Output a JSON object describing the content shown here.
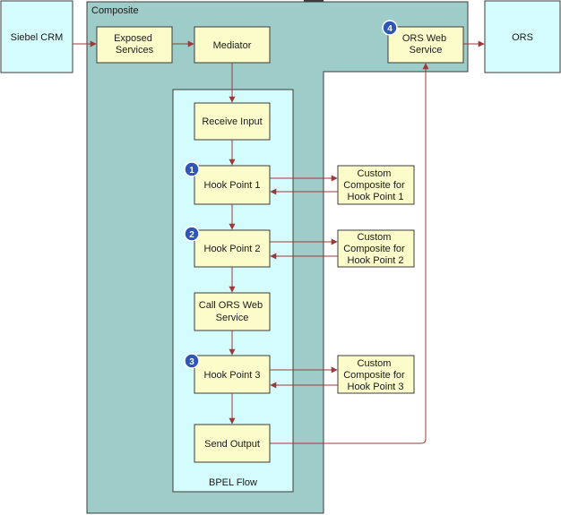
{
  "colors": {
    "composite_fill": "#9ecdc9",
    "external_fill": "#d4fcfc",
    "bpel_fill": "#d4fcfc",
    "step_fill": "#fcfcca",
    "arrow": "#9b3a3a",
    "badge": "#2f56b5"
  },
  "composite": {
    "label": "Composite"
  },
  "external": {
    "siebel": "Siebel CRM",
    "ors": "ORS"
  },
  "nodes": {
    "exposed_services": [
      "Exposed",
      "Services"
    ],
    "mediator": [
      "Mediator"
    ],
    "ors_web_service": [
      "ORS Web",
      "Service"
    ],
    "receive_input": [
      "Receive Input"
    ],
    "hook_point_1": [
      "Hook Point 1"
    ],
    "hook_point_2": [
      "Hook Point 2"
    ],
    "call_ors": [
      "Call ORS Web",
      "Service"
    ],
    "hook_point_3": [
      "Hook Point 3"
    ],
    "send_output": [
      "Send Output"
    ],
    "custom_1": [
      "Custom",
      "Composite for",
      "Hook Point 1"
    ],
    "custom_2": [
      "Custom",
      "Composite for",
      "Hook Point 2"
    ],
    "custom_3": [
      "Custom",
      "Composite for",
      "Hook Point 3"
    ]
  },
  "bpel": {
    "label": "BPEL Flow"
  },
  "badges": {
    "b1": "1",
    "b2": "2",
    "b3": "3",
    "b4": "4"
  }
}
